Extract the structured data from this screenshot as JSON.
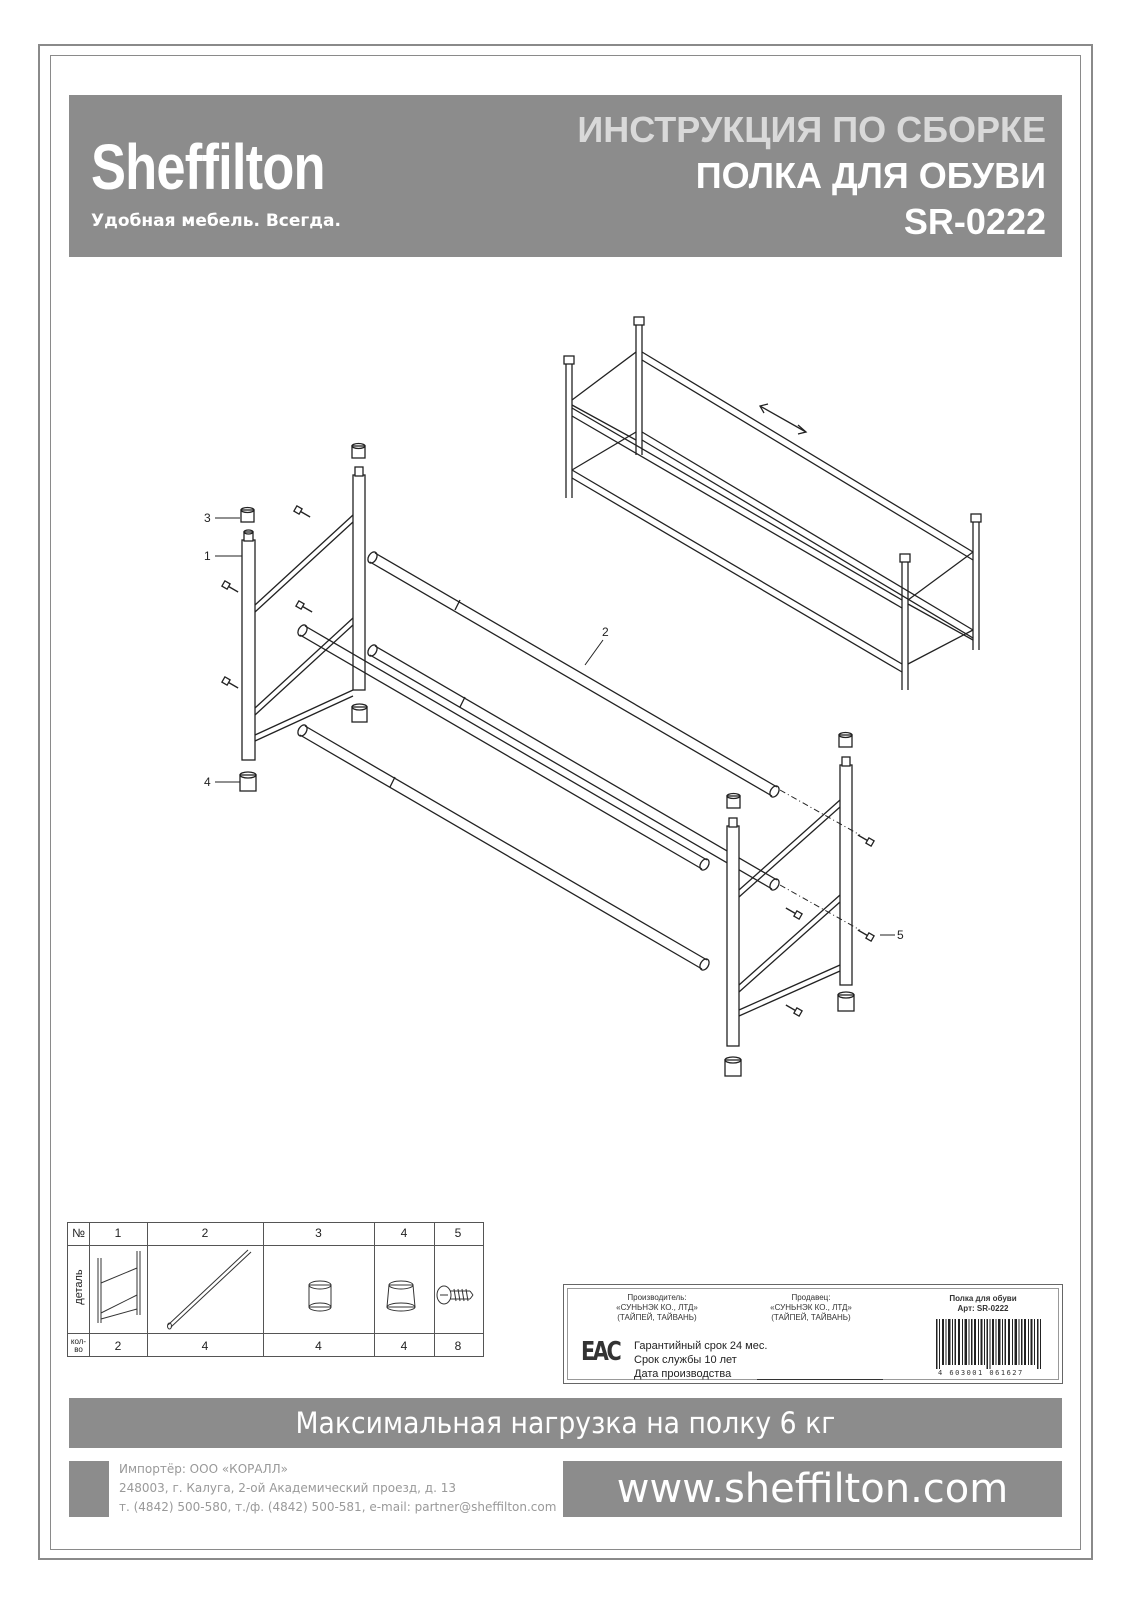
{
  "header": {
    "brand": "Sheffilton",
    "slogan": "Удобная мебель. Всегда.",
    "title_line1": "ИНСТРУКЦИЯ ПО СБОРКЕ",
    "title_line2": "ПОЛКА ДЛЯ ОБУВИ",
    "title_line3": "SR-0222"
  },
  "callouts": {
    "c1": "1",
    "c2": "2",
    "c3": "3",
    "c4": "4",
    "c5": "5"
  },
  "parts_table": {
    "no_header": "№",
    "detail_label": "деталь",
    "qty_label_top": "кол-",
    "qty_label_bottom": "во",
    "columns": [
      {
        "no": "1",
        "qty": "2",
        "icon": "side-frame-icon"
      },
      {
        "no": "2",
        "qty": "4",
        "icon": "rod-icon"
      },
      {
        "no": "3",
        "qty": "4",
        "icon": "cap-icon"
      },
      {
        "no": "4",
        "qty": "4",
        "icon": "foot-icon"
      },
      {
        "no": "5",
        "qty": "8",
        "icon": "screw-icon"
      }
    ]
  },
  "label": {
    "manufacturer_title": "Производитель:",
    "manufacturer_name": "«СУНЬНЭК КО., ЛТД»",
    "manufacturer_place": "(ТАЙПЕЙ, ТАЙВАНЬ)",
    "seller_title": "Продавец:",
    "seller_name": "«СУНЬНЭК КО., ЛТД»",
    "seller_place": "(ТАЙПЕЙ, ТАЙВАНЬ)",
    "product_name": "Полка для обуви",
    "article": "Арт: SR-0222",
    "warranty": "Гарантийный срок 24 мес.",
    "service_life": "Срок службы 10 лет",
    "production_date": "Дата производства",
    "eac": "ЕАС",
    "barcode_digits": "4 603001 061627"
  },
  "max_load": "Максимальная нагрузка на полку 6 кг",
  "importer": {
    "line1": "Импортёр: ООО «КОРАЛЛ»",
    "line2": "248003, г. Калуга, 2-ой Академический проезд, д. 13",
    "line3": "т. (4842) 500-580, т./ф. (4842) 500-581, e-mail: partner@sheffilton.com"
  },
  "website": "www.sheffilton.com"
}
